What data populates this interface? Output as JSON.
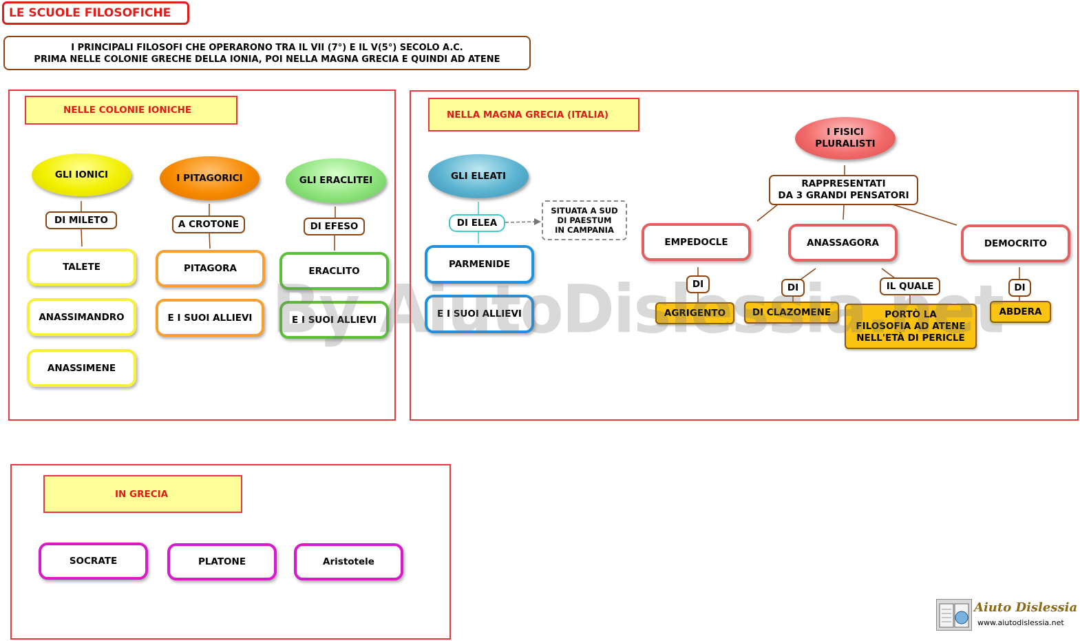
{
  "title": "LE SCUOLE FILOSOFICHE",
  "intro": {
    "line1": "I PRINCIPALI FILOSOFI CHE OPERARONO TRA IL VII (7°) E IL V(5°) SECOLO A.C.",
    "line2": "PRIMA NELLE COLONIE GRECHE DELLA IONIA, POI NELLA MAGNA GRECIA E QUINDI AD ATENE"
  },
  "colonie": {
    "header": "NELLE COLONIE IONICHE",
    "ionici": {
      "label": "GLI IONICI",
      "link": "DI MILETO",
      "members": [
        "TALETE",
        "ANASSIMANDRO",
        "ANASSIMENE"
      ]
    },
    "pitagorici": {
      "label": "I PITAGORICI",
      "link": "A CROTONE",
      "members": [
        "PITAGORA",
        "E I SUOI ALLIEVI"
      ]
    },
    "eraclitei": {
      "label": "GLI ERACLITEI",
      "link": "DI EFESO",
      "members": [
        "ERACLITO",
        "E I SUOI ALLIEVI"
      ]
    }
  },
  "magna": {
    "header": "NELLA MAGNA GRECIA (ITALIA)",
    "eleati": {
      "label": "GLI ELEATI",
      "link": "DI ELEA",
      "note": [
        "SITUATA A SUD",
        "DI PAESTUM",
        "IN CAMPANIA"
      ],
      "members": [
        "PARMENIDE",
        "E I SUOI ALLIEVI"
      ]
    },
    "fisici": {
      "label": [
        "I FISICI",
        "PLURALISTI"
      ],
      "link": [
        "RAPPRESENTATI",
        "DA 3 GRANDI PENSATORI"
      ],
      "empedocle": {
        "name": "EMPEDOCLE",
        "link": "DI",
        "place": "AGRIGENTO"
      },
      "anassagora": {
        "name": "ANASSAGORA",
        "link": "DI",
        "place": "DI CLAZOMENE",
        "link2": "IL QUALE",
        "note": [
          "PORTÒ LA",
          "FILOSOFIA AD ATENE",
          "NELL'ETÀ DI PERICLE"
        ]
      },
      "democrito": {
        "name": "DEMOCRITO",
        "link": "DI",
        "place": "ABDERA"
      }
    }
  },
  "grecia": {
    "header": "IN GRECIA",
    "members": [
      "SOCRATE",
      "PLATONE",
      "Aristotele"
    ]
  },
  "watermark": "By AiutoDislessia.net",
  "logo": {
    "name": "Aiuto Dislessia",
    "url": "www.aiutodislessia.net"
  },
  "colors": {
    "panel_border": "#e8373d",
    "header_fill": "#ffff99",
    "header_text": "#e01a1a"
  }
}
